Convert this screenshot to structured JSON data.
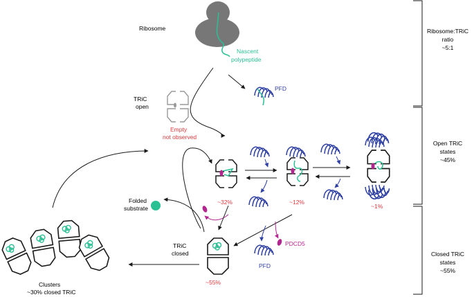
{
  "colors": {
    "ink": "#1a1a1a",
    "teal": "#2bbf94",
    "blue": "#2e3fa3",
    "magenta": "#b3268f",
    "red": "#e0393e",
    "grey": "#808080",
    "ribosome": "#777777"
  },
  "labels": {
    "ribosome": "Ribosome",
    "nascent_1": "Nascent",
    "nascent_2": "polypeptide",
    "pfd_top": "PFD",
    "tric_open_1": "TRiC",
    "tric_open_2": "open",
    "empty_1": "Empty",
    "empty_2": "not observed",
    "folded_1": "Folded",
    "folded_2": "substrate",
    "pct_32": "~32%",
    "pct_12": "~12%",
    "pct_1": "~1%",
    "tric_closed_1": "TRiC",
    "tric_closed_2": "closed",
    "pct_55": "~55%",
    "pfd_bottom": "PFD",
    "pdcd5": "PDCD5",
    "clusters_1": "Clusters",
    "clusters_2": "~30% closed TRiC"
  },
  "side_panel": {
    "ratio_1": "Ribosome:TRiC",
    "ratio_2": "ratio",
    "ratio_3": "~5:1",
    "open_1": "Open TRiC",
    "open_2": "states",
    "open_3": "~45%",
    "closed_1": "Closed TRiC",
    "closed_2": "states",
    "closed_3": "~55%"
  }
}
